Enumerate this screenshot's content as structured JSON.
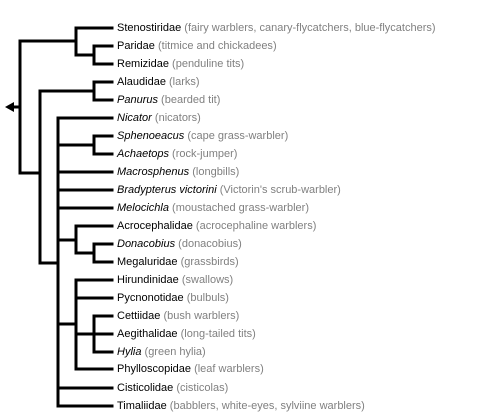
{
  "tree": {
    "leaves": [
      {
        "taxon": "Stenostiridae",
        "common": "fairy warblers, canary-flycatchers, blue-flycatchers",
        "italic": false
      },
      {
        "taxon": "Paridae",
        "common": "titmice and chickadees",
        "italic": false
      },
      {
        "taxon": "Remizidae",
        "common": "penduline tits",
        "italic": false
      },
      {
        "taxon": "Alaudidae",
        "common": "larks",
        "italic": false
      },
      {
        "taxon": "Panurus",
        "common": "bearded tit",
        "italic": true
      },
      {
        "taxon": "Nicator",
        "common": "nicators",
        "italic": true
      },
      {
        "taxon": "Sphenoeacus",
        "common": "cape grass-warbler",
        "italic": true
      },
      {
        "taxon": "Achaetops",
        "common": "rock-jumper",
        "italic": true
      },
      {
        "taxon": "Macrosphenus",
        "common": "longbills",
        "italic": true
      },
      {
        "taxon": "Bradypterus victorini",
        "common": "Victorin's scrub-warbler",
        "italic": true
      },
      {
        "taxon": "Melocichla",
        "common": "moustached grass-warbler",
        "italic": true
      },
      {
        "taxon": "Acrocephalidae",
        "common": "acrocephaline warblers",
        "italic": false
      },
      {
        "taxon": "Donacobius",
        "common": "donacobius",
        "italic": true
      },
      {
        "taxon": "Megaluridae",
        "common": "grassbirds",
        "italic": false
      },
      {
        "taxon": "Hirundinidae",
        "common": "swallows",
        "italic": false
      },
      {
        "taxon": "Pycnonotidae",
        "common": "bulbuls",
        "italic": false
      },
      {
        "taxon": "Cettiidae",
        "common": "bush warblers",
        "italic": false
      },
      {
        "taxon": "Aegithalidae",
        "common": "long-tailed tits",
        "italic": false
      },
      {
        "taxon": "Hylia",
        "common": "green hylia",
        "italic": true
      },
      {
        "taxon": "Phylloscopidae",
        "common": "leaf warblers",
        "italic": false
      },
      {
        "taxon": "Cisticolidae",
        "common": "cisticolas",
        "italic": false
      },
      {
        "taxon": "Timaliidae",
        "common": "babblers, white-eyes, sylviine warblers",
        "italic": false
      }
    ]
  },
  "colors": {
    "branch": "#000000",
    "taxon_text": "#000000",
    "common_text": "#808080",
    "background": "#ffffff"
  },
  "icons": {
    "root_marker": "left-triangle-icon"
  }
}
